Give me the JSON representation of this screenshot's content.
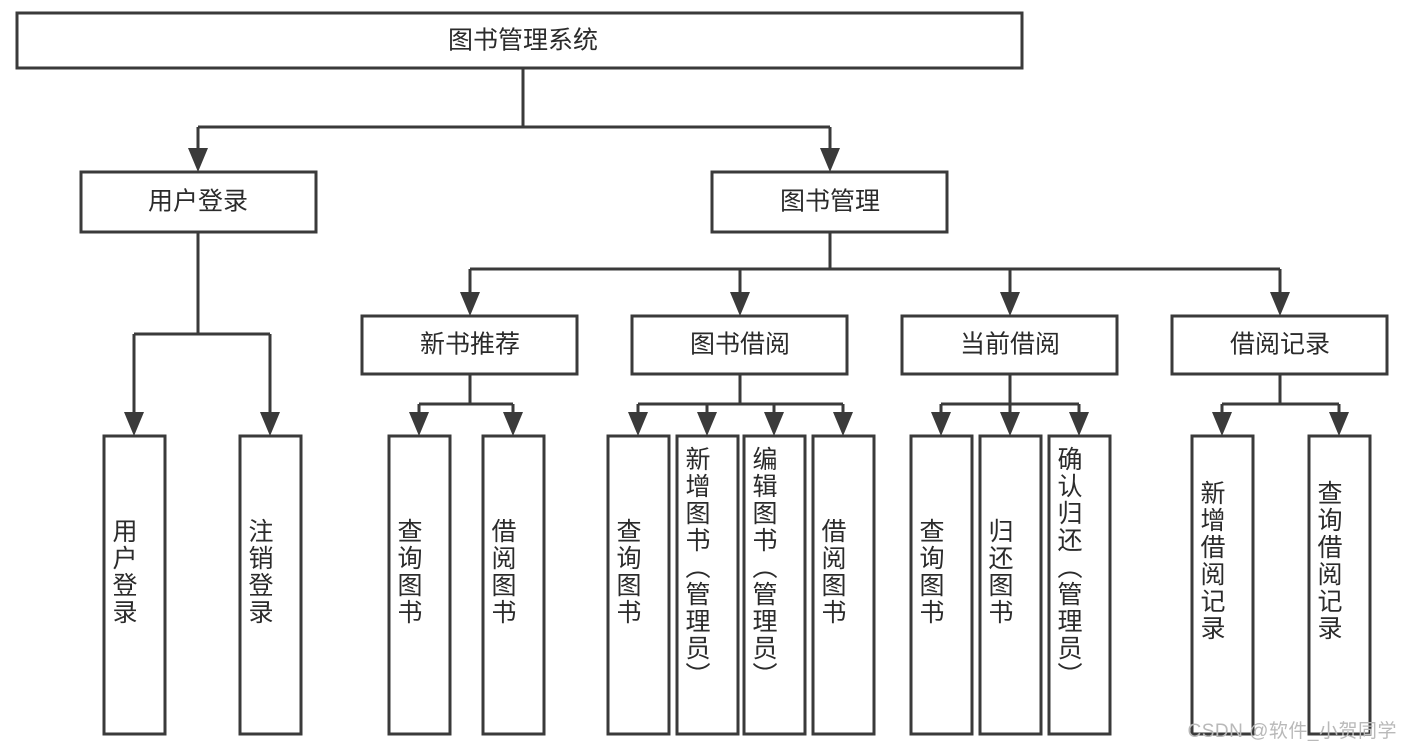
{
  "diagram": {
    "title": "图书管理系统",
    "type": "tree-hierarchy",
    "watermark": "CSDN @软件_小贺同学",
    "colors": {
      "stroke": "#3a3a3a",
      "fill": "#ffffff",
      "text": "#2b2b2b",
      "watermark": "#b9b9b9"
    },
    "root": {
      "label": "图书管理系统"
    },
    "level2": [
      {
        "label": "用户登录"
      },
      {
        "label": "图书管理"
      }
    ],
    "level3": [
      {
        "label": "新书推荐"
      },
      {
        "label": "图书借阅"
      },
      {
        "label": "当前借阅"
      },
      {
        "label": "借阅记录"
      }
    ],
    "leaves": {
      "user_login": [
        {
          "label": "用户登录"
        },
        {
          "label": "注销登录"
        }
      ],
      "new_book_recommend": [
        {
          "label": "查询图书"
        },
        {
          "label": "借阅图书"
        }
      ],
      "book_borrow": [
        {
          "label": "查询图书"
        },
        {
          "label": "新增图书（管理员）"
        },
        {
          "label": "编辑图书（管理员）"
        },
        {
          "label": "借阅图书"
        }
      ],
      "current_borrow": [
        {
          "label": "查询图书"
        },
        {
          "label": "归还图书"
        },
        {
          "label": "确认归还（管理员）"
        }
      ],
      "borrow_record": [
        {
          "label": "新增借阅记录"
        },
        {
          "label": "查询借阅记录"
        }
      ]
    }
  }
}
